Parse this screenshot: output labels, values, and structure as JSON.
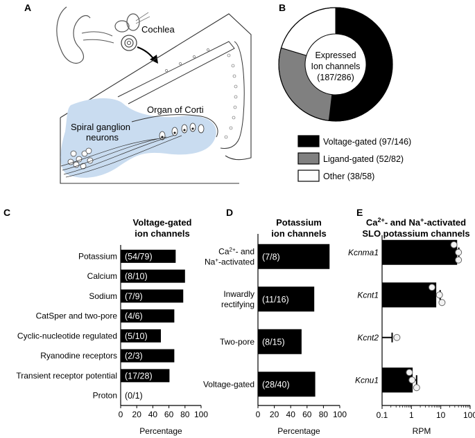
{
  "panel_labels": {
    "a": "A",
    "b": "B",
    "c": "C",
    "d": "D",
    "e": "E"
  },
  "panel_a": {
    "labels": {
      "cochlea": "Cochlea",
      "organ": "Organ of Corti",
      "spiral1": "Spiral ganglion",
      "spiral2": "neurons"
    }
  },
  "colors": {
    "voltage": "#000000",
    "ligand": "#808080",
    "other": "#ffffff",
    "bar": "#000000",
    "shade": "#c9dcf0"
  },
  "chart_data": [
    {
      "panel": "B",
      "type": "pie",
      "center_text": [
        "Expressed",
        "Ion channels",
        "(187/286)"
      ],
      "slices": [
        {
          "label": "Voltage-gated (97/146)",
          "value": 97,
          "color": "#000000"
        },
        {
          "label": "Ligand-gated (52/82)",
          "value": 52,
          "color": "#808080"
        },
        {
          "label": "Other (38/58)",
          "value": 38,
          "color": "#ffffff"
        }
      ]
    },
    {
      "panel": "C",
      "type": "bar",
      "orientation": "horizontal",
      "title": [
        "Voltage-gated",
        "ion channels"
      ],
      "xlabel": "Percentage",
      "xlim": [
        0,
        100
      ],
      "xticks": [
        "0",
        "20",
        "40",
        "60",
        "80",
        "100"
      ],
      "categories": [
        "Potassium",
        "Calcium",
        "Sodium",
        "CatSper and two-pore",
        "Cyclic-nucleotide regulated",
        "Ryanodine receptors",
        "Transient receptor potential",
        "Proton"
      ],
      "values": [
        68.4,
        80,
        77.8,
        66.7,
        50,
        66.7,
        60.7,
        0
      ],
      "bar_labels": [
        "(54/79)",
        "(8/10)",
        "(7/9)",
        "(4/6)",
        "(5/10)",
        "(2/3)",
        "(17/28)",
        "(0/1)"
      ]
    },
    {
      "panel": "D",
      "type": "bar",
      "orientation": "horizontal",
      "title": [
        "Potassium",
        "ion channels"
      ],
      "xlabel": "Percentage",
      "xlim": [
        0,
        100
      ],
      "xticks": [
        "0",
        "20",
        "40",
        "60",
        "80",
        "100"
      ],
      "categories": [
        [
          "Ca2+- and",
          "Na+-activated"
        ],
        [
          "Inwardly",
          "rectifying"
        ],
        [
          "Two-pore"
        ],
        [
          "Voltage-gated"
        ]
      ],
      "values": [
        87.5,
        68.8,
        53.3,
        70
      ],
      "bar_labels": [
        "(7/8)",
        "(11/16)",
        "(8/15)",
        "(28/40)"
      ]
    },
    {
      "panel": "E",
      "type": "bar",
      "orientation": "horizontal",
      "title": [
        "Ca2+- and Na+-activated",
        "SLO potassium channels"
      ],
      "xlabel": "RPM",
      "xscale": "log",
      "xlim": [
        0.1,
        100
      ],
      "xticks": [
        "0.1",
        "1",
        "10",
        "100"
      ],
      "categories": [
        "Kcnma1",
        "Kcnt1",
        "Kcnt2",
        "Kcnu1"
      ],
      "values": [
        36,
        7,
        0.1,
        1.1
      ],
      "errors": [
        5,
        2.5,
        0.12,
        0.4
      ],
      "points": [
        [
          28,
          40,
          40
        ],
        [
          5,
          9,
          11
        ],
        [
          0.32
        ],
        [
          0.85,
          1.05,
          1.5
        ]
      ]
    }
  ]
}
